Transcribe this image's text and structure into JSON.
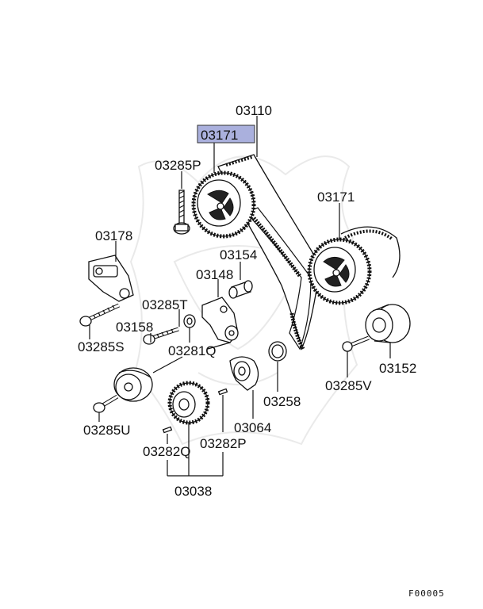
{
  "figure_code": "F00005",
  "highlighted_part": "03171",
  "parts": {
    "p03110": "03110",
    "p03171_top": "03171",
    "p03285P": "03285P",
    "p03171_right": "03171",
    "p03178": "03178",
    "p03154": "03154",
    "p03148": "03148",
    "p03285T": "03285T",
    "p03158": "03158",
    "p03285S": "03285S",
    "p03281Q": "03281Q",
    "p03258": "03258",
    "p03152": "03152",
    "p03285V": "03285V",
    "p03285U": "03285U",
    "p03064": "03064",
    "p03282Q": "03282Q",
    "p03282P": "03282P",
    "p03038": "03038"
  },
  "colors": {
    "highlight": "#aab0dd",
    "ink": "#111111"
  }
}
